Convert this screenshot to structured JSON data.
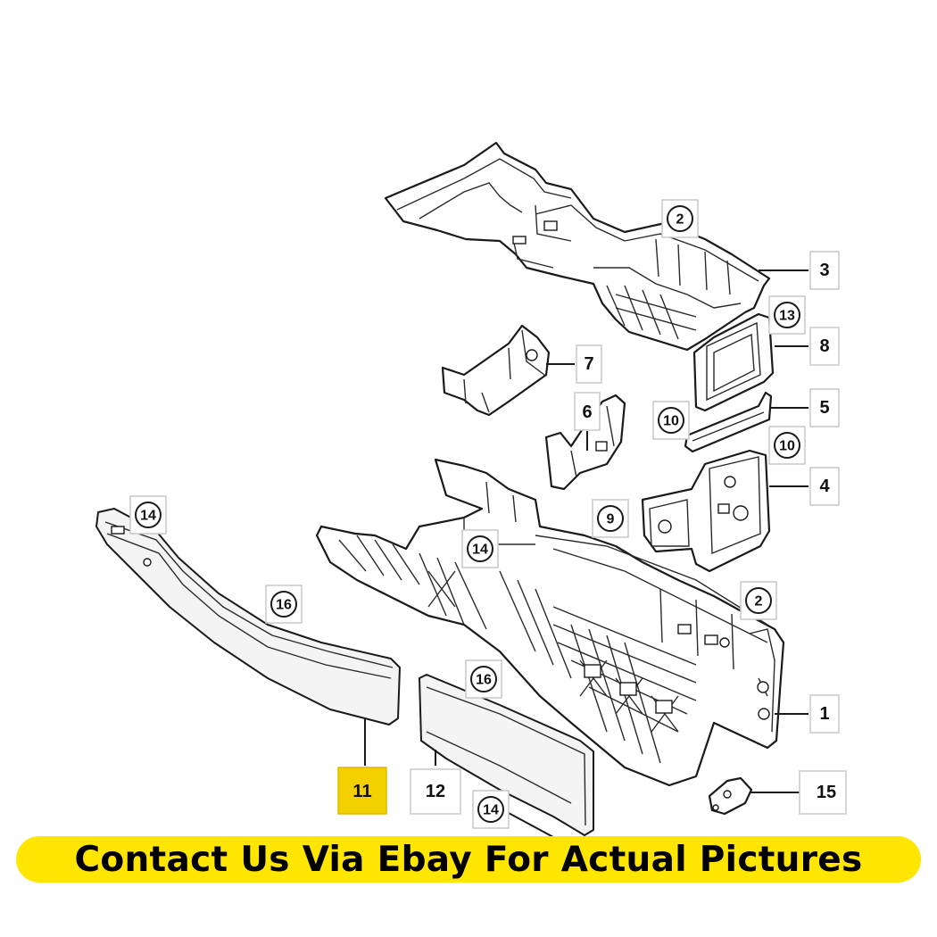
{
  "banner": {
    "text": "Contact Us Via Ebay For Actual Pictures"
  },
  "callouts": {
    "c2_top": "2",
    "c3": "3",
    "c13": "13",
    "c8": "8",
    "c7": "7",
    "c6": "6",
    "c10_a": "10",
    "c5": "5",
    "c10_b": "10",
    "c4": "4",
    "c14_a": "14",
    "c9": "9",
    "c14_b": "14",
    "c16_a": "16",
    "c2_mid": "2",
    "c16_b": "16",
    "c1": "1",
    "c11": "11",
    "c12": "12",
    "c14_c": "14",
    "c15": "15"
  },
  "colors": {
    "highlight": "#f5d000",
    "banner": "#ffe600"
  }
}
